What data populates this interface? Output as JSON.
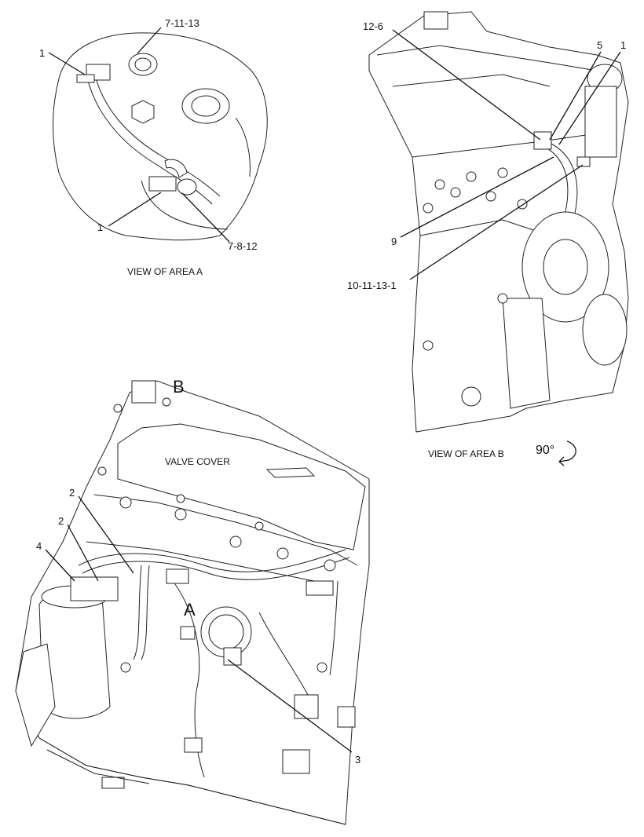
{
  "area_a": {
    "caption": "VIEW OF AREA  A",
    "callouts": [
      "7-11-13",
      "1",
      "1",
      "7-8-12"
    ]
  },
  "area_b": {
    "caption": "VIEW OF AREA  B",
    "rotation": "90°",
    "callouts": [
      "12-6",
      "5",
      "1",
      "9",
      "10-11-13-1"
    ]
  },
  "main": {
    "area_letter_a": "A",
    "area_letter_b": "B",
    "valve_cover": "VALVE COVER",
    "callouts": [
      "2",
      "2",
      "4",
      "3"
    ]
  }
}
